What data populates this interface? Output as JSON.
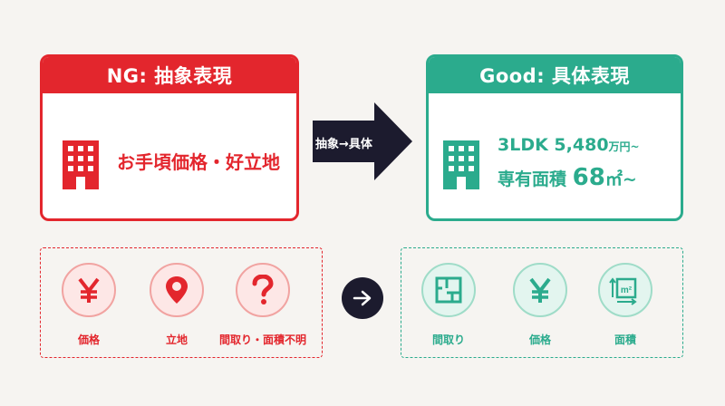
{
  "ng_card": {
    "title": "NG: 抽象表現",
    "text": "お手頃価格・好立地",
    "icon": "building-icon",
    "color": "#e3262d"
  },
  "good_card": {
    "title": "Good: 具体表現",
    "line1_main": "3LDK 5,480",
    "line1_unit": "万円~",
    "line2_prefix": "専有面積 ",
    "line2_num": "68",
    "line2_unit": "㎡~",
    "icon": "building-icon",
    "color": "#2bab8d"
  },
  "arrow": {
    "label": "抽象→具体",
    "color": "#1c1b2e"
  },
  "ng_icons": [
    {
      "icon": "yen-icon",
      "label": "価格"
    },
    {
      "icon": "location-pin-icon",
      "label": "立地"
    },
    {
      "icon": "question-icon",
      "label": "間取り・面積不明"
    }
  ],
  "good_icons": [
    {
      "icon": "floor-plan-icon",
      "label": "間取り"
    },
    {
      "icon": "yen-icon",
      "label": "価格"
    },
    {
      "icon": "area-m2-icon",
      "label": "面積"
    }
  ]
}
